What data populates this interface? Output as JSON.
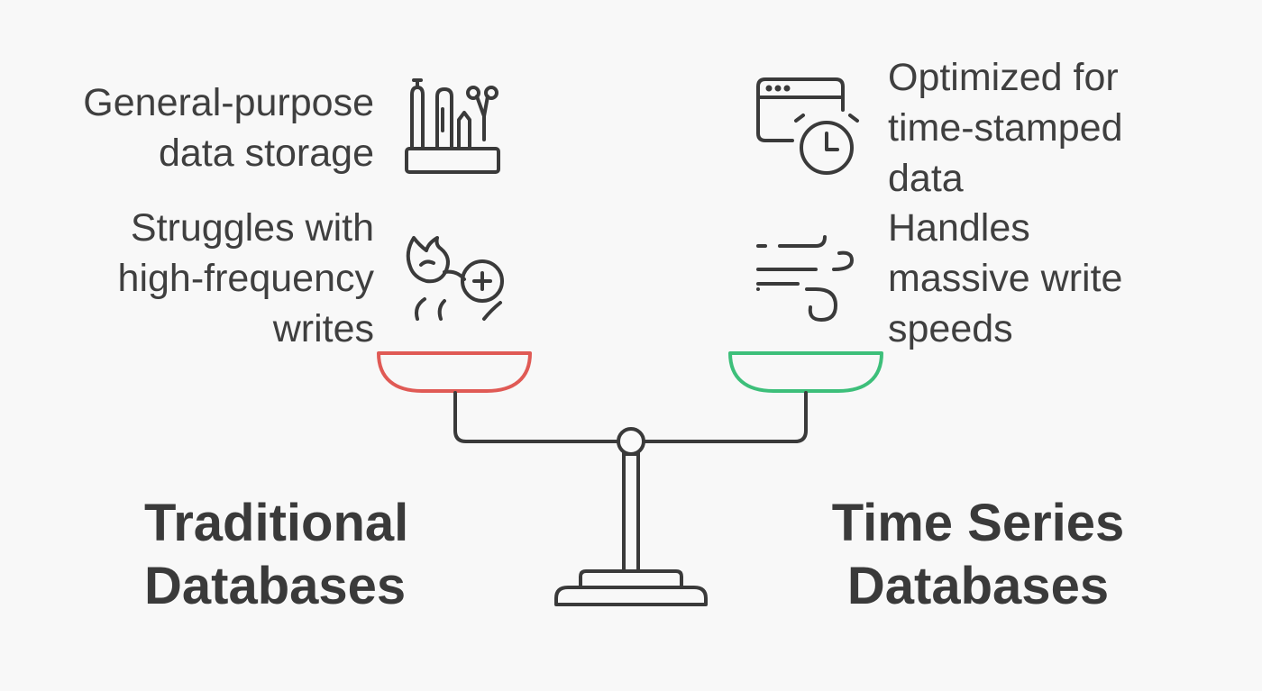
{
  "left": {
    "title_line1": "Traditional",
    "title_line2": "Databases",
    "accent_color": "#e05a55",
    "points": [
      {
        "line1": "General-purpose",
        "line2": "data storage",
        "icon": "tools-holder-icon"
      },
      {
        "line1": "Struggles with",
        "line2": "high-frequency",
        "line3": "writes",
        "icon": "struggling-person-icon"
      }
    ]
  },
  "right": {
    "title_line1": "Time Series",
    "title_line2": "Databases",
    "accent_color": "#3dbf7a",
    "points": [
      {
        "line1": "Optimized for",
        "line2": "time-stamped",
        "line3": "data",
        "icon": "browser-clock-icon"
      },
      {
        "line1": "Handles",
        "line2": "massive write",
        "line3": "speeds",
        "icon": "wind-speed-icon"
      }
    ]
  },
  "scale_color": "#3a3a3a"
}
